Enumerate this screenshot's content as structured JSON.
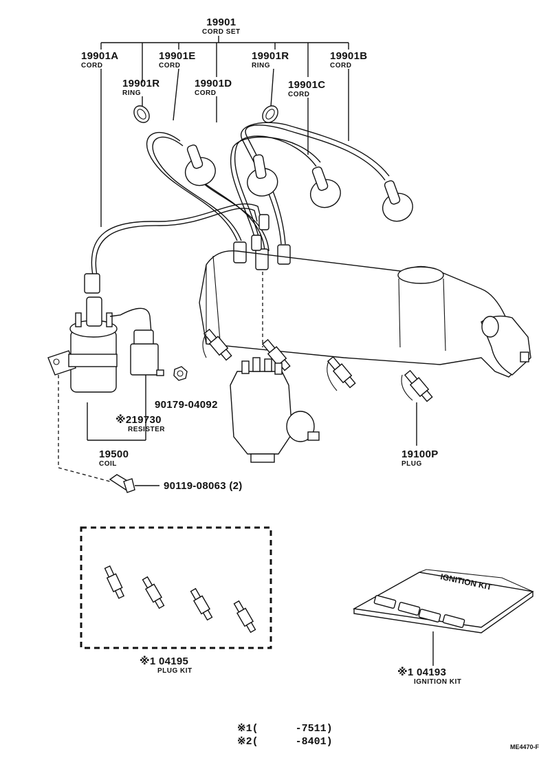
{
  "labels": {
    "cord_set": {
      "number": "19901",
      "name": "CORD SET"
    },
    "cord_a": {
      "number": "19901A",
      "name": "CORD"
    },
    "cord_e": {
      "number": "19901E",
      "name": "CORD"
    },
    "ring_left": {
      "number": "19901R",
      "name": "RING"
    },
    "cord_d": {
      "number": "19901D",
      "name": "CORD"
    },
    "ring_right": {
      "number": "19901R",
      "name": "RING"
    },
    "cord_c": {
      "number": "19901C",
      "name": "CORD"
    },
    "cord_b": {
      "number": "19901B",
      "name": "CORD"
    },
    "nut": {
      "number": "90179-04092"
    },
    "resister": {
      "number": "※219730",
      "name": "RESISTER"
    },
    "coil": {
      "number": "19500",
      "name": "COIL"
    },
    "bolt": {
      "number": "90119-08063 (2)"
    },
    "plug": {
      "number": "19100P",
      "name": "PLUG"
    },
    "plug_kit": {
      "number": "※1 04195",
      "name": "PLUG KIT"
    },
    "ignition_kit": {
      "number": "※1 04193",
      "name": "IGNITION KIT"
    }
  },
  "kit_box_text": "IGNITION KIT",
  "footnotes": [
    {
      "mark": "※1",
      "range": "(      -7511)"
    },
    {
      "mark": "※2",
      "range": "(      -8401)"
    }
  ],
  "diagram_code": "ME4470-F"
}
